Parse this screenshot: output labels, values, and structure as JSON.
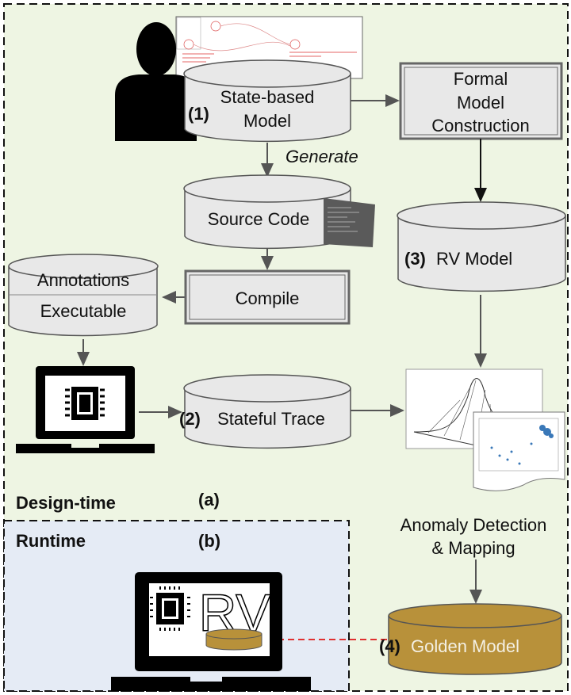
{
  "nodes": {
    "state_model": {
      "num": "(1)",
      "line1": "State-based",
      "line2": "Model"
    },
    "formal": {
      "line1": "Formal",
      "line2": "Model",
      "line3": "Construction"
    },
    "generate": "Generate",
    "source_code": "Source Code",
    "compile": "Compile",
    "artifacts": {
      "line1": "Annotations",
      "line2": "Executable"
    },
    "rv_model": {
      "num": "(3)",
      "label": "RV Model"
    },
    "trace": {
      "num": "(2)",
      "label": "Stateful Trace"
    },
    "anomaly": {
      "line1": "Anomaly Detection",
      "line2": "& Mapping"
    },
    "golden": {
      "num": "(4)",
      "label": "Golden Model"
    },
    "rv_screen_text": "RV"
  },
  "regions": {
    "design_time": {
      "label": "Design-time",
      "tag": "(a)"
    },
    "runtime": {
      "label": "Runtime",
      "tag": "(b)"
    }
  },
  "colors": {
    "design_bg": "#eef5e3",
    "runtime_bg": "#e5ebf5",
    "node_fill": "#e8e8e8",
    "golden_fill": "#b8913a",
    "arrow": "#555555",
    "red_arrow": "#e03030"
  }
}
